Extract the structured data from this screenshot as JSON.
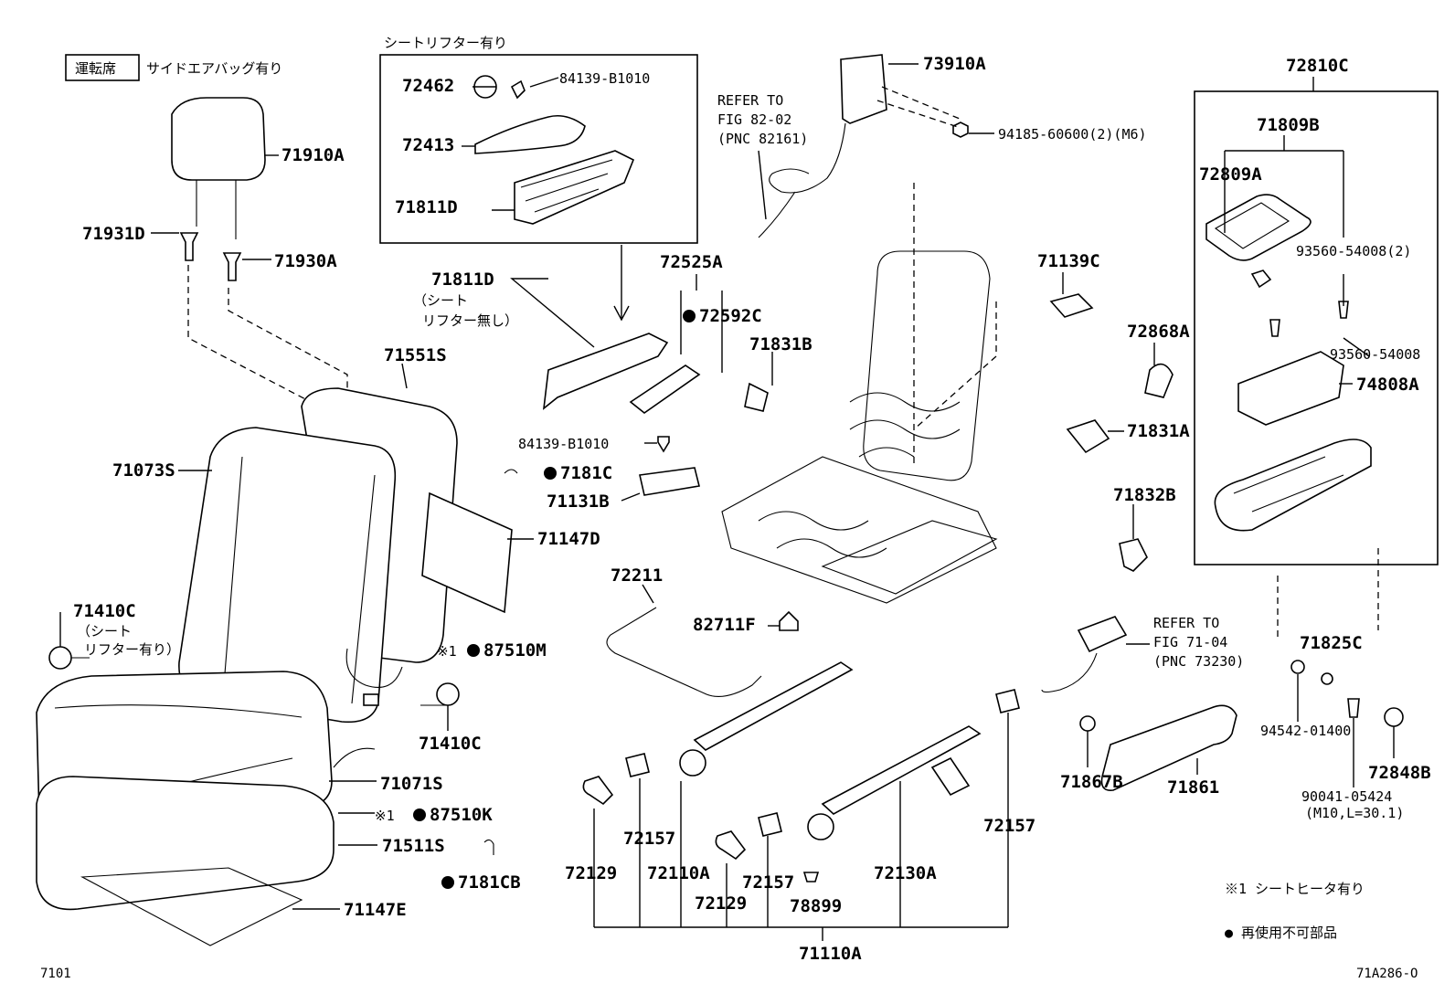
{
  "header": {
    "driver_tag": "運転席",
    "airbag_note": "サイドエアバッグ有り",
    "lifter_group_title": "シートリフター有り"
  },
  "parts": {
    "p71910A": "71910A",
    "p71931D": "71931D",
    "p71930A": "71930A",
    "p72462": "72462",
    "p84139_B1010_top": "84139-B1010",
    "p72413": "72413",
    "p71811D_box": "71811D",
    "p73910A": "73910A",
    "p94185": "94185-60600(2)(M6)",
    "p72810C": "72810C",
    "p71809B": "71809B",
    "p72809A": "72809A",
    "p93560_2": "93560-54008(2)",
    "p93560": "93560-54008",
    "p74808A": "74808A",
    "p72525A": "72525A",
    "p72592C": "72592C",
    "p71811D": "71811D",
    "p71811D_note1": "（シート",
    "p71811D_note2": "リフター無し）",
    "p71831B": "71831B",
    "p71139C": "71139C",
    "p72868A": "72868A",
    "p71831A": "71831A",
    "p71551S": "71551S",
    "p71073S": "71073S",
    "p84139_B1010": "84139-B1010",
    "p7181C": "7181C",
    "p71131B": "71131B",
    "p71147D": "71147D",
    "p71832B": "71832B",
    "p72211": "72211",
    "p82711F": "82711F",
    "p71410C_top": "71410C",
    "p71410C_note1": "（シート",
    "p71410C_note2": "リフター有り）",
    "p87510M": "87510M",
    "p87510M_mark": "※1",
    "p71410C": "71410C",
    "p71071S": "71071S",
    "p87510K": "87510K",
    "p87510K_mark": "※1",
    "p71511S": "71511S",
    "p7181CB": "7181CB",
    "p71147E": "71147E",
    "p72157_a": "72157",
    "p72129_a": "72129",
    "p72110A": "72110A",
    "p72129_b": "72129",
    "p72157_b": "72157",
    "p78899": "78899",
    "p72130A": "72130A",
    "p72157_c": "72157",
    "p71110A": "71110A",
    "p71825C": "71825C",
    "p94542": "94542-01400",
    "p71867B": "71867B",
    "p71861": "71861",
    "p72848B": "72848B",
    "p90041": "90041-05424",
    "p90041_spec": "(M10,L=30.1)"
  },
  "refs": {
    "ref1_l1": "REFER TO",
    "ref1_l2": "FIG 82-02",
    "ref1_l3": "(PNC 82161)",
    "ref2_l1": "REFER TO",
    "ref2_l2": "FIG 71-04",
    "ref2_l3": "(PNC 73230)"
  },
  "legend": {
    "note1": "※1 シートヒータ有り",
    "note2": "● 再使用不可部品"
  },
  "footer": {
    "page_code": "7101",
    "figure_code": "71A286-O"
  }
}
